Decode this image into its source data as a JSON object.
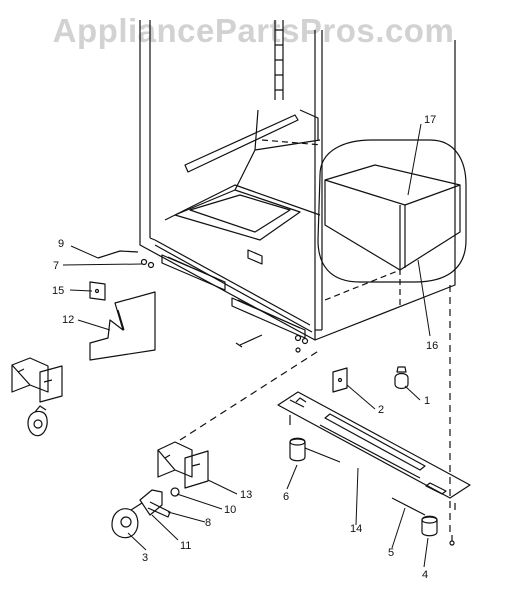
{
  "watermark": "AppliancePartsPros.com",
  "callouts": [
    {
      "id": "c17",
      "label": "17"
    },
    {
      "id": "c16",
      "label": "16"
    },
    {
      "id": "c9",
      "label": "9"
    },
    {
      "id": "c7",
      "label": "7"
    },
    {
      "id": "c15",
      "label": "15"
    },
    {
      "id": "c12",
      "label": "12"
    },
    {
      "id": "c2",
      "label": "2"
    },
    {
      "id": "c1",
      "label": "1"
    },
    {
      "id": "c13",
      "label": "13"
    },
    {
      "id": "c6",
      "label": "6"
    },
    {
      "id": "c10",
      "label": "10"
    },
    {
      "id": "c8",
      "label": "8"
    },
    {
      "id": "c11",
      "label": "11"
    },
    {
      "id": "c14",
      "label": "14"
    },
    {
      "id": "c3",
      "label": "3"
    },
    {
      "id": "c5",
      "label": "5"
    },
    {
      "id": "c4",
      "label": "4"
    }
  ]
}
